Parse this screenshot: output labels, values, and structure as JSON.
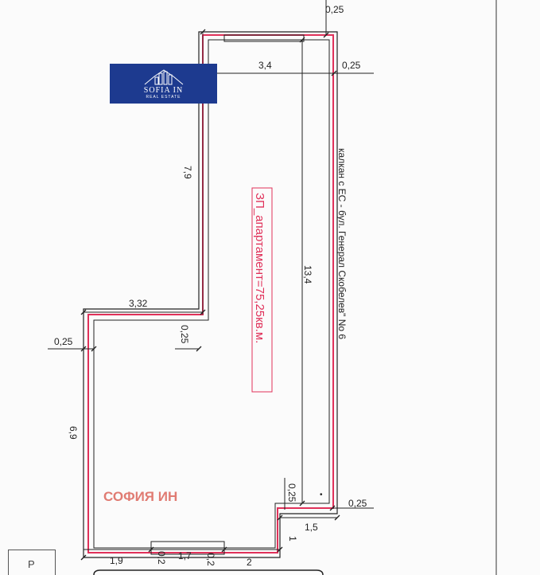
{
  "logo": {
    "name": "SOFIA IN",
    "subtitle": "REAL ESTATE"
  },
  "brand_text": "СОФИЯ ИН",
  "area_label": "ЗП_апартамент=75,25кв.м.",
  "facade_label": "калкан с ЕС - бул. Генерал Скобелев\" No 6",
  "dimensions": {
    "top_wall": "0,25",
    "top_width": "3,4",
    "top_right": "0,25",
    "left_upper": "7,9",
    "inner_length": "13,4",
    "step_width": "3,32",
    "step_wall": "0,25",
    "left_wall": "0,25",
    "left_lower": "6,9",
    "bottom_right_wall": "0,25",
    "right_wall_bottom": "0,25",
    "bay_width": "1,5",
    "bay_depth": "1",
    "bottom_left": "1,9",
    "bottom_opening": "1,7",
    "bottom_right": "2",
    "bottom_small_1": "0,2",
    "bottom_small_2": "0,2"
  },
  "colors": {
    "wall_line": "#e0315a",
    "line": "#222222",
    "brand": "#e07b72",
    "logo_bg": "#1d3a8f"
  }
}
